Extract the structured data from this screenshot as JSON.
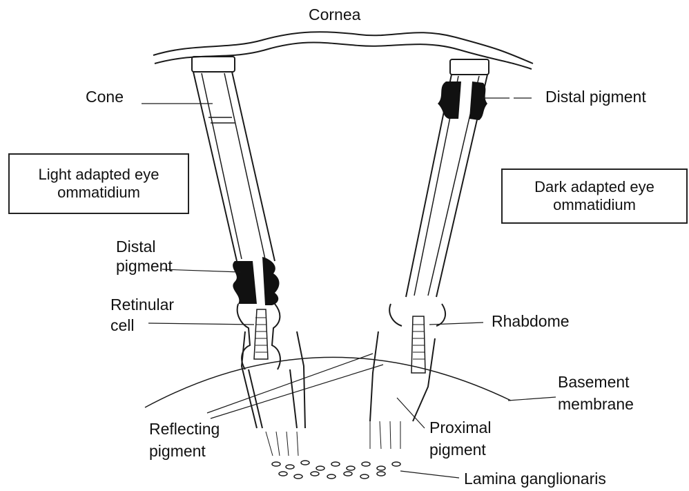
{
  "labels": {
    "cornea": "Cornea",
    "cone": "Cone",
    "distal_pigment_right": "Distal pigment",
    "distal_pigment_left_1": "Distal",
    "distal_pigment_left_2": "pigment",
    "retinular_1": "Retinular",
    "retinular_2": "cell",
    "rhabdome": "Rhabdome",
    "basement_1": "Basement",
    "basement_2": "membrane",
    "reflecting_1": "Reflecting",
    "reflecting_2": "pigment",
    "proximal_1": "Proximal",
    "proximal_2": "pigment",
    "lamina": "Lamina ganglionaris"
  },
  "boxes": {
    "light_1": "Light adapted eye",
    "light_2": "ommatidium",
    "dark_1": "Dark adapted eye",
    "dark_2": "ommatidium"
  }
}
